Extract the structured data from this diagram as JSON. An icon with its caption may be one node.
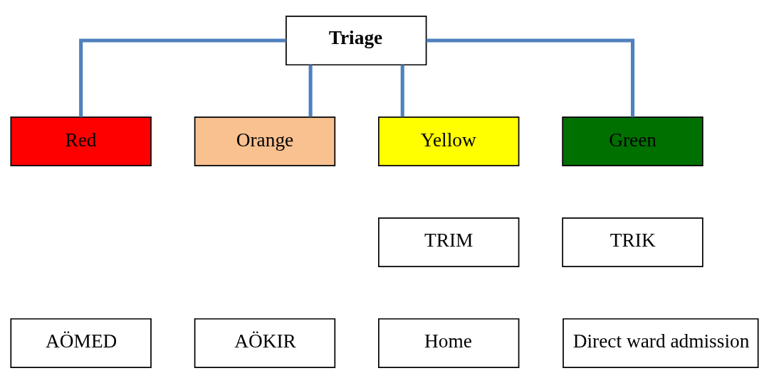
{
  "diagram": {
    "nodes": [
      {
        "text": [
          "Triage"
        ]
      },
      {
        "text": [
          "Red"
        ]
      },
      {
        "text": [
          "Orange"
        ]
      },
      {
        "text": [
          "Yellow"
        ]
      },
      {
        "text": [
          "Green"
        ]
      },
      {
        "text": [
          "TRIM"
        ]
      },
      {
        "text": [
          "TRIK"
        ]
      },
      {
        "text": [
          "AÖMED"
        ]
      },
      {
        "text": [
          "AÖKIR"
        ]
      },
      {
        "text": [
          "Home"
        ]
      },
      {
        "text": [
          "Direct ward admission"
        ]
      }
    ],
    "edges": [
      {
        "from": 0,
        "to": 1,
        "arrow": "none"
      },
      {
        "from": 0,
        "to": 2,
        "arrow": "none"
      },
      {
        "from": 0,
        "to": 3,
        "arrow": "none"
      },
      {
        "from": 0,
        "to": 4,
        "arrow": "none"
      }
    ]
  }
}
